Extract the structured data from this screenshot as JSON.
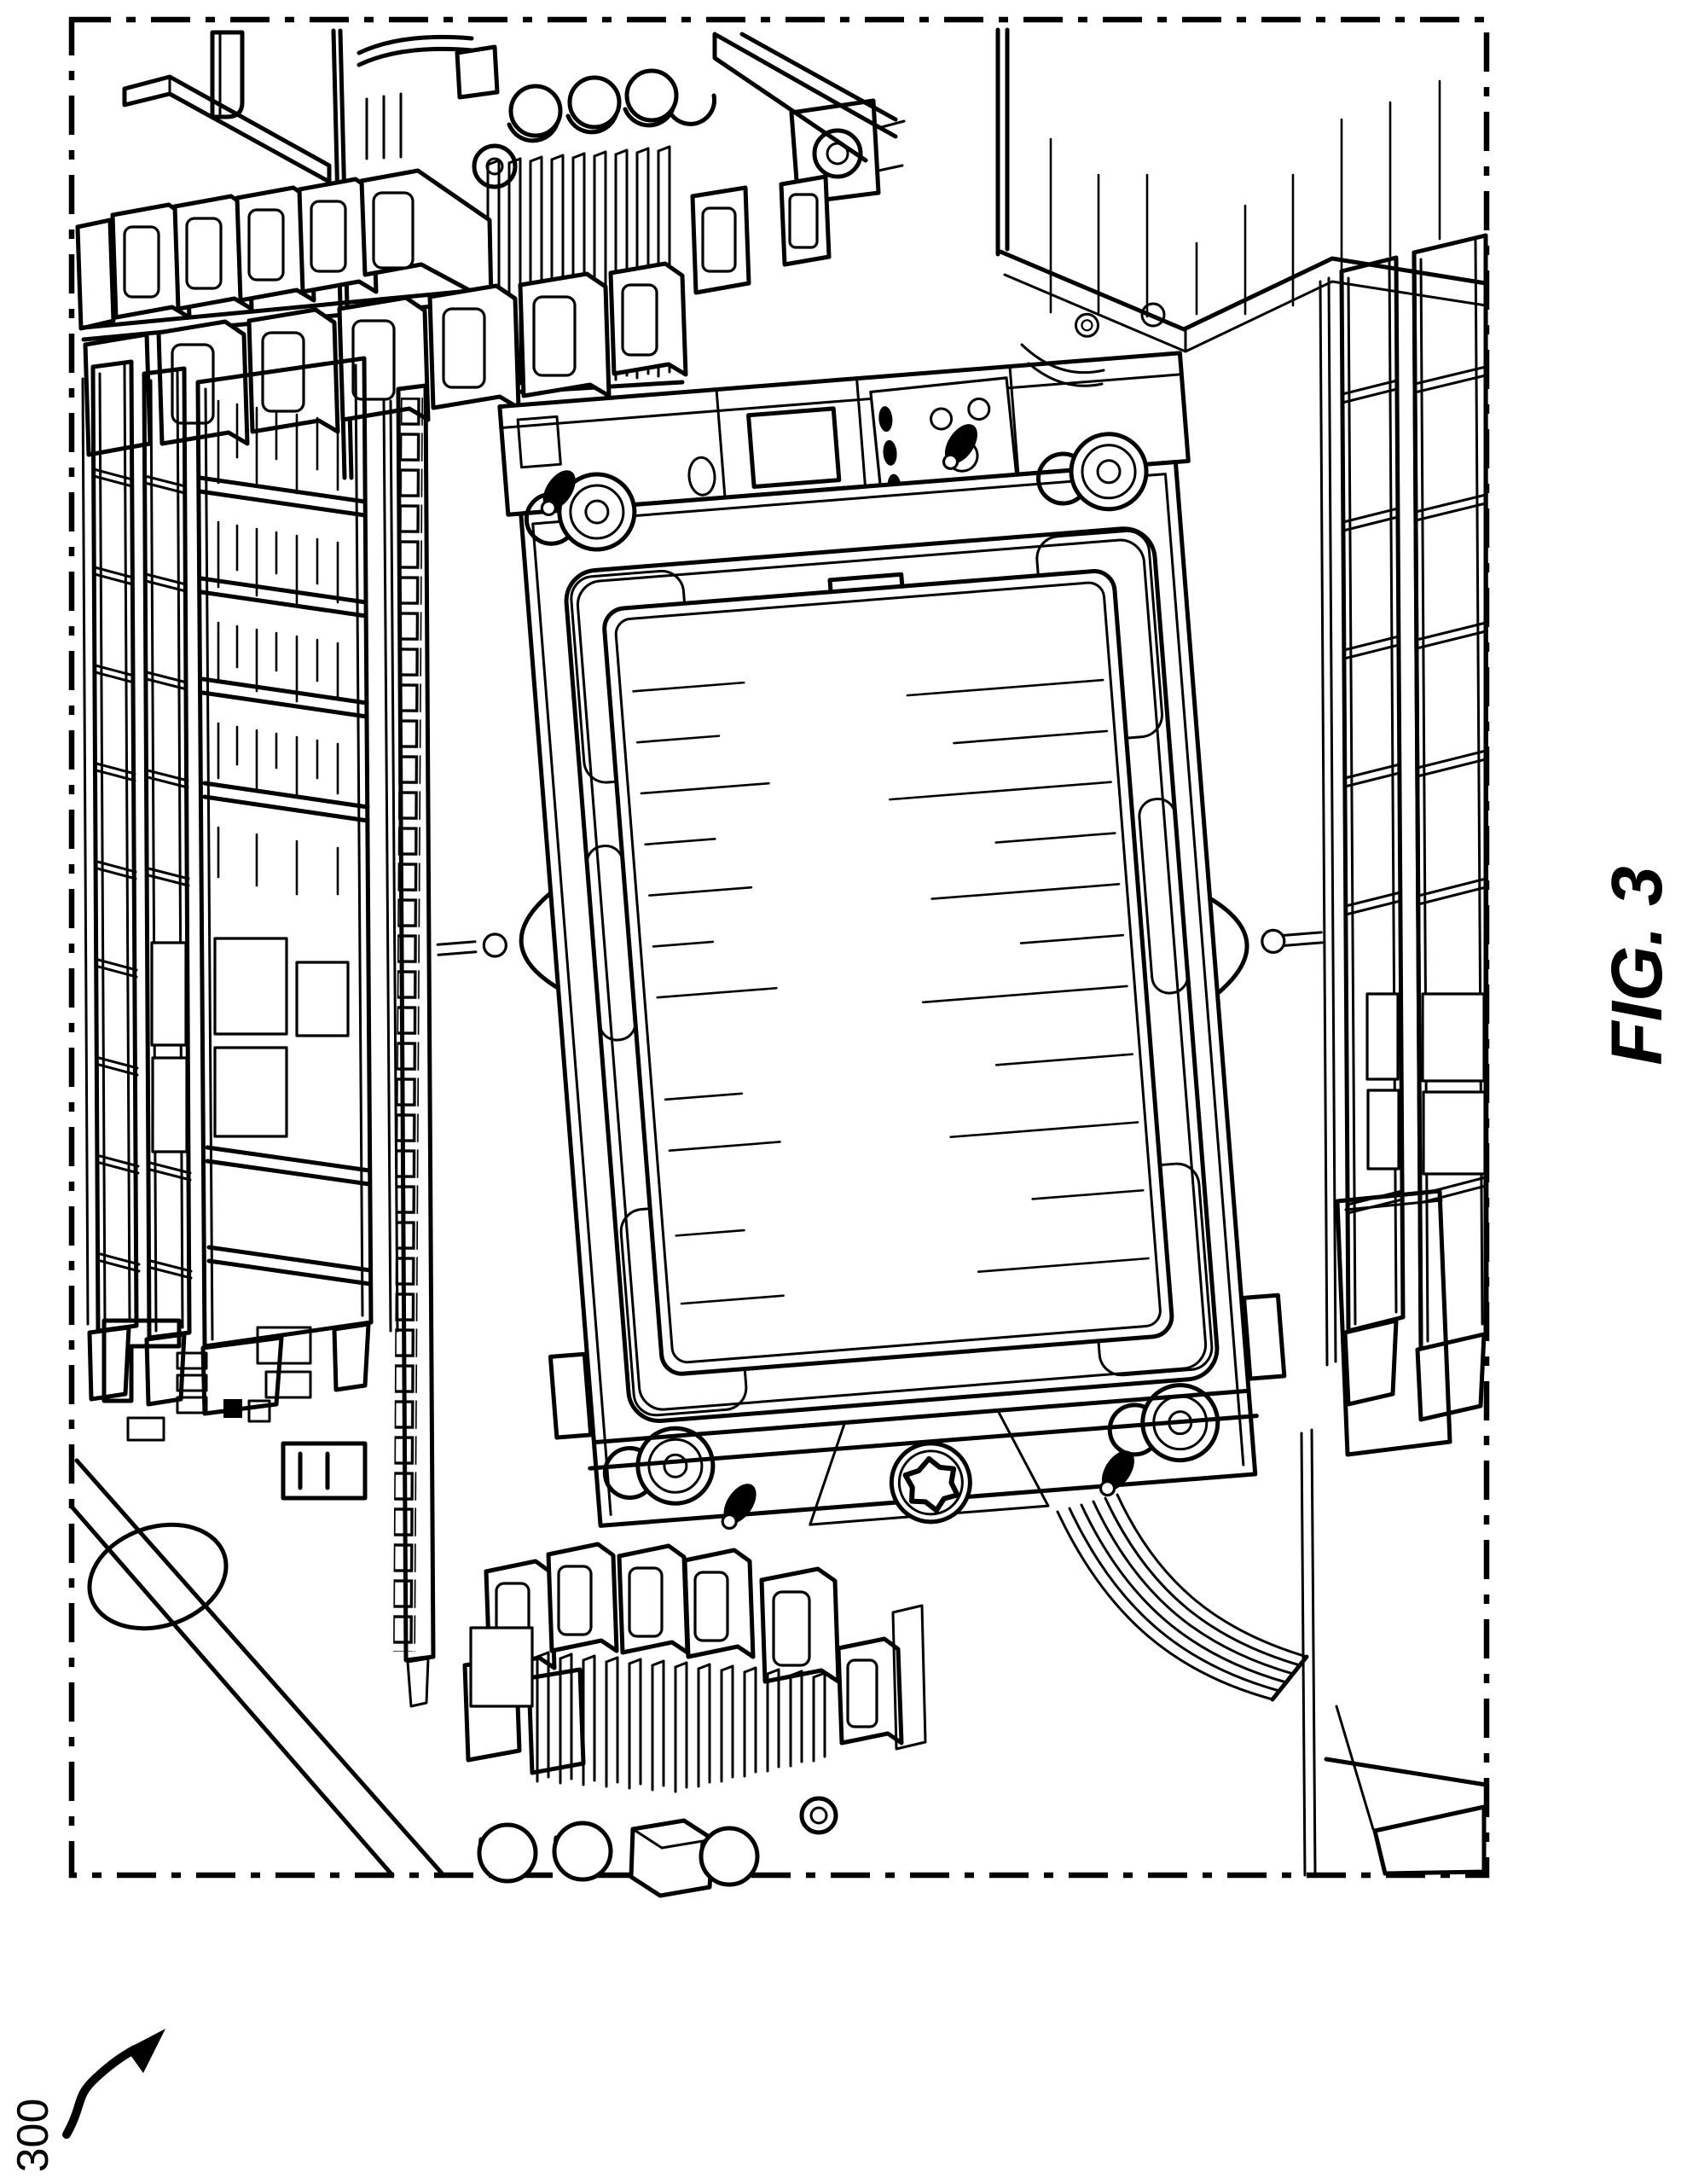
{
  "figure": {
    "label": "FIG. 3",
    "reference_numeral": "300"
  },
  "drawing": {
    "type": "patent-line-drawing",
    "subject": "isometric view of a processor socket assembly with retention frame, corner fasteners, torx screw, guide pins, memory slot banks, connector rows, heatsink fins, capacitors and ribbon cable on a circuit board",
    "border_style": "dash-dot phantom line"
  },
  "icons": {
    "reference_arrow": "curved-arrow-pointing-up-right"
  },
  "colors": {
    "ink": "#000000",
    "paper": "#ffffff"
  }
}
